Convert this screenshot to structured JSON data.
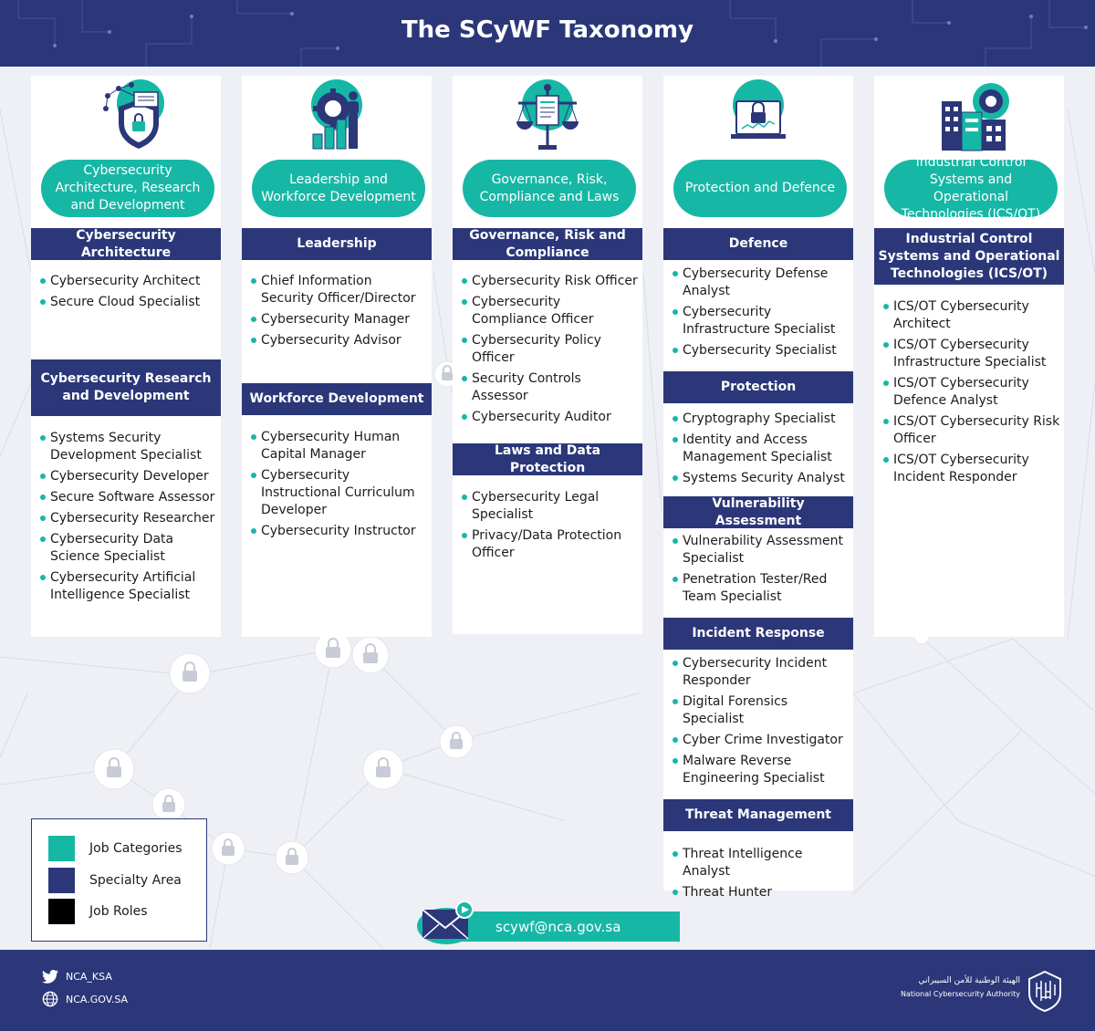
{
  "title": "The SCyWF Taxonomy",
  "colors": {
    "navy": "#2b3779",
    "teal": "#17b7a6",
    "black": "#000000",
    "white": "#ffffff"
  },
  "columns": [
    {
      "icon": "shield-lock-icon",
      "category": "Cybersecurity Architecture, Research and Development",
      "areas": [
        {
          "title": "Cybersecurity Architecture",
          "roles": [
            "Cybersecurity Architect",
            "Secure Cloud Specialist"
          ]
        },
        {
          "title": "Cybersecurity Research and Development",
          "roles": [
            "Systems Security Development Specialist",
            "Cybersecurity Developer",
            "Secure Software Assessor",
            "Cybersecurity Researcher",
            "Cybersecurity Data Science Specialist",
            "Cybersecurity Artificial Intelligence Specialist"
          ]
        }
      ]
    },
    {
      "icon": "leadership-gear-icon",
      "category": "Leadership and Workforce Development",
      "areas": [
        {
          "title": "Leadership",
          "roles": [
            "Chief Information Security Officer/Director",
            "Cybersecurity Manager",
            "Cybersecurity Advisor"
          ]
        },
        {
          "title": "Workforce Development",
          "roles": [
            "Cybersecurity Human Capital Manager",
            "Cybersecurity Instructional Curriculum Developer",
            "Cybersecurity Instructor"
          ]
        }
      ]
    },
    {
      "icon": "scales-document-icon",
      "category": "Governance, Risk, Compliance and Laws",
      "areas": [
        {
          "title": "Governance, Risk and Compliance",
          "roles": [
            "Cybersecurity Risk Officer",
            "Cybersecurity Compliance Officer",
            "Cybersecurity Policy Officer",
            "Security Controls Assessor",
            "Cybersecurity Auditor"
          ]
        },
        {
          "title": "Laws and Data Protection",
          "roles": [
            "Cybersecurity Legal Specialist",
            "Privacy/Data Protection Officer"
          ]
        }
      ]
    },
    {
      "icon": "monitor-lock-icon",
      "category": "Protection and Defence",
      "areas": [
        {
          "title": "Defence",
          "roles": [
            "Cybersecurity Defense Analyst",
            "Cybersecurity Infrastructure Specialist",
            "Cybersecurity Specialist"
          ]
        },
        {
          "title": "Protection",
          "roles": [
            "Cryptography Specialist",
            "Identity and Access Management Specialist",
            "Systems Security Analyst"
          ]
        },
        {
          "title": "Vulnerability Assessment",
          "roles": [
            "Vulnerability Assessment Specialist",
            "Penetration Tester/Red Team Specialist"
          ]
        },
        {
          "title": "Incident Response",
          "roles": [
            "Cybersecurity Incident Responder",
            "Digital Forensics Specialist",
            "Cyber Crime Investigator",
            "Malware Reverse Engineering Specialist"
          ]
        },
        {
          "title": "Threat Management",
          "roles": [
            "Threat Intelligence Analyst",
            "Threat Hunter"
          ]
        }
      ]
    },
    {
      "icon": "factory-gear-icon",
      "category": "Industrial Control Systems and Operational Technologies (ICS/OT)",
      "areas": [
        {
          "title": "Industrial Control Systems and Operational Technologies (ICS/OT)",
          "roles": [
            "ICS/OT Cybersecurity Architect",
            "ICS/OT Cybersecurity Infrastructure Specialist",
            "ICS/OT Cybersecurity Defence Analyst",
            "ICS/OT Cybersecurity Risk Officer",
            "ICS/OT Cybersecurity Incident Responder"
          ]
        }
      ]
    }
  ],
  "legend": [
    {
      "label": "Job Categories",
      "color": "#17b7a6"
    },
    {
      "label": "Specialty Area",
      "color": "#2b3779"
    },
    {
      "label": "Job Roles",
      "color": "#000000"
    }
  ],
  "email": "scywf@nca.gov.sa",
  "footer": {
    "twitter": "NCA_KSA",
    "website": "NCA.GOV.SA",
    "org_arabic": "الهيئة الوطنية للأمن السيبراني",
    "org_english": "National Cybersecurity Authority"
  }
}
